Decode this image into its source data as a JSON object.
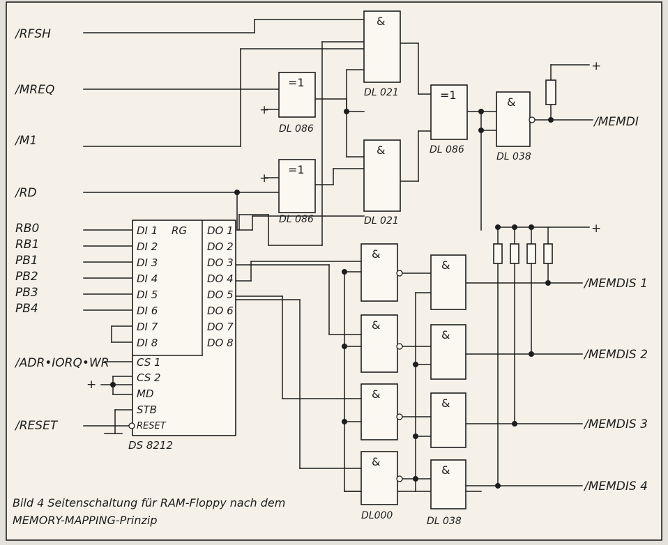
{
  "caption": {
    "line1": "Bild 4  Seitenschaltung für RAM-Floppy nach dem",
    "line2": "MEMORY-MAPPING-Prinzip"
  },
  "inputs": {
    "rfsh": "/RFSH",
    "mreq": "/MREQ",
    "m1": "/M1",
    "rd": "/RD",
    "rb0": "RB0",
    "rb1": "RB1",
    "pb1": "PB1",
    "pb2": "PB2",
    "pb3": "PB3",
    "pb4": "PB4",
    "adr": "/ADR•IORQ•WR",
    "reset": "/RESET"
  },
  "outputs": {
    "memdi": "/MEMDI",
    "memdis1": "/MEMDIS 1",
    "memdis2": "/MEMDIS 2",
    "memdis3": "/MEMDIS 3",
    "memdis4": "/MEMDIS 4"
  },
  "register": {
    "name": "RG",
    "part": "DS 8212",
    "inputs": [
      "DI 1",
      "DI 2",
      "DI 3",
      "DI 4",
      "DI 5",
      "DI 6",
      "DI 7",
      "DI 8"
    ],
    "outputs": [
      "DO 1",
      "DO 2",
      "DO 3",
      "DO 4",
      "DO 5",
      "DO 6",
      "DO 7",
      "DO 8"
    ],
    "controls": [
      "CS 1",
      "CS 2",
      "MD",
      "STB",
      "RESET"
    ]
  },
  "symbols": {
    "and": "&",
    "xor": "=1",
    "plus": "+"
  },
  "gate_labels": {
    "dl086_a": "DL 086",
    "dl086_b": "DL 086",
    "dl086_c": "DL 086",
    "dl021_a": "DL 021",
    "dl021_b": "DL 021",
    "dl038_top": "DL 038",
    "dl000": "DL000",
    "dl038_bottom": "DL 038"
  }
}
